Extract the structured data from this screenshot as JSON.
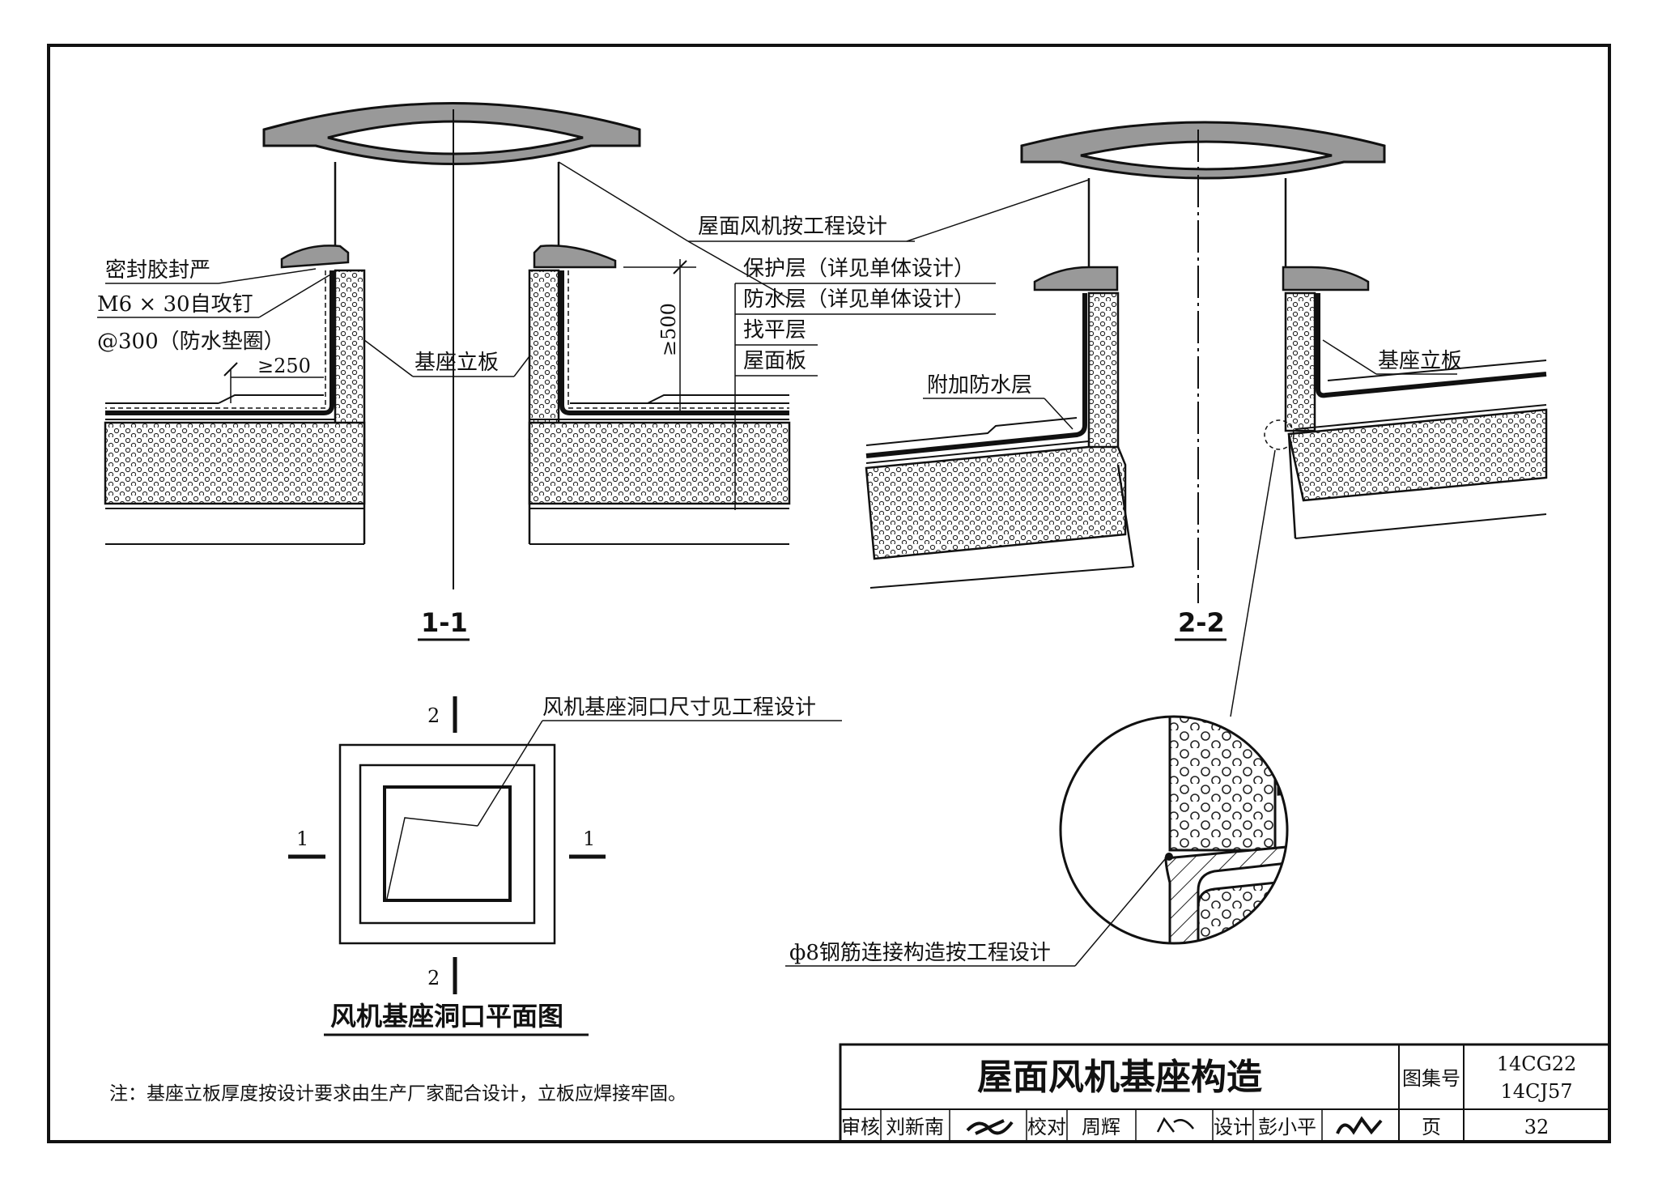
{
  "section_1_1": {
    "title": "1-1",
    "labels": {
      "sealant": "密封胶封严",
      "screw": "M6 × 30自攻钉",
      "screw_spacing": "@300（防水垫圈）",
      "min_250": "≥250",
      "base_plate": "基座立板",
      "min_500": "≥500",
      "fan": "屋面风机按工程设计",
      "layer_protect": "保护层（详见单体设计）",
      "layer_waterproof": "防水层（详见单体设计）",
      "layer_leveling": "找平层",
      "layer_roof": "屋面板"
    }
  },
  "section_2_2": {
    "title": "2-2",
    "labels": {
      "extra_waterproof": "附加防水层",
      "base_plate": "基座立板"
    }
  },
  "detail": {
    "rebar_note": "ф8钢筋连接构造按工程设计"
  },
  "plan": {
    "title": "风机基座洞口平面图",
    "opening_note": "风机基座洞口尺寸见工程设计",
    "mark_top": "2",
    "mark_bottom": "2",
    "mark_left": "1",
    "mark_right": "1"
  },
  "note": "注：基座立板厚度按设计要求由生产厂家配合设计，立板应焊接牢固。",
  "title_block": {
    "drawing_title": "屋面风机基座构造",
    "atlas_label": "图集号",
    "atlas_no_1": "14CG22",
    "atlas_no_2": "14CJ57",
    "review_label": "审核",
    "reviewer": "刘新南",
    "check_label": "校对",
    "checker": "周辉",
    "design_label": "设计",
    "designer": "彭小平",
    "page_label": "页",
    "page_no": "32"
  }
}
